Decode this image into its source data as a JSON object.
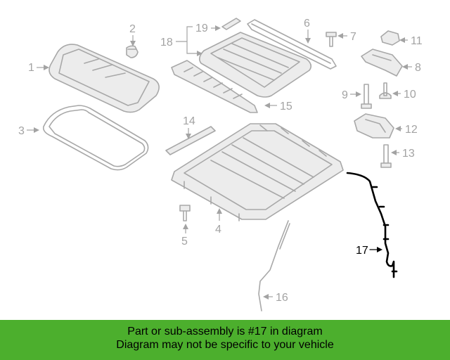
{
  "diagram": {
    "labels": {
      "l1": "1",
      "l2": "2",
      "l3": "3",
      "l4": "4",
      "l5": "5",
      "l6": "6",
      "l7": "7",
      "l8": "8",
      "l9": "9",
      "l10": "10",
      "l11": "11",
      "l12": "12",
      "l13": "13",
      "l14": "14",
      "l15": "15",
      "l16": "16",
      "l17": "17",
      "l18": "18",
      "l19": "19"
    },
    "highlighted_part": "17"
  },
  "banner": {
    "line1": "Part or sub-assembly is #17 in diagram",
    "line2": "Diagram may not be specific to your vehicle",
    "background": "#4caf2d"
  },
  "colors": {
    "part_stroke": "#a8a8a8",
    "label_gray": "#a3a3a3",
    "highlight": "#000000"
  }
}
